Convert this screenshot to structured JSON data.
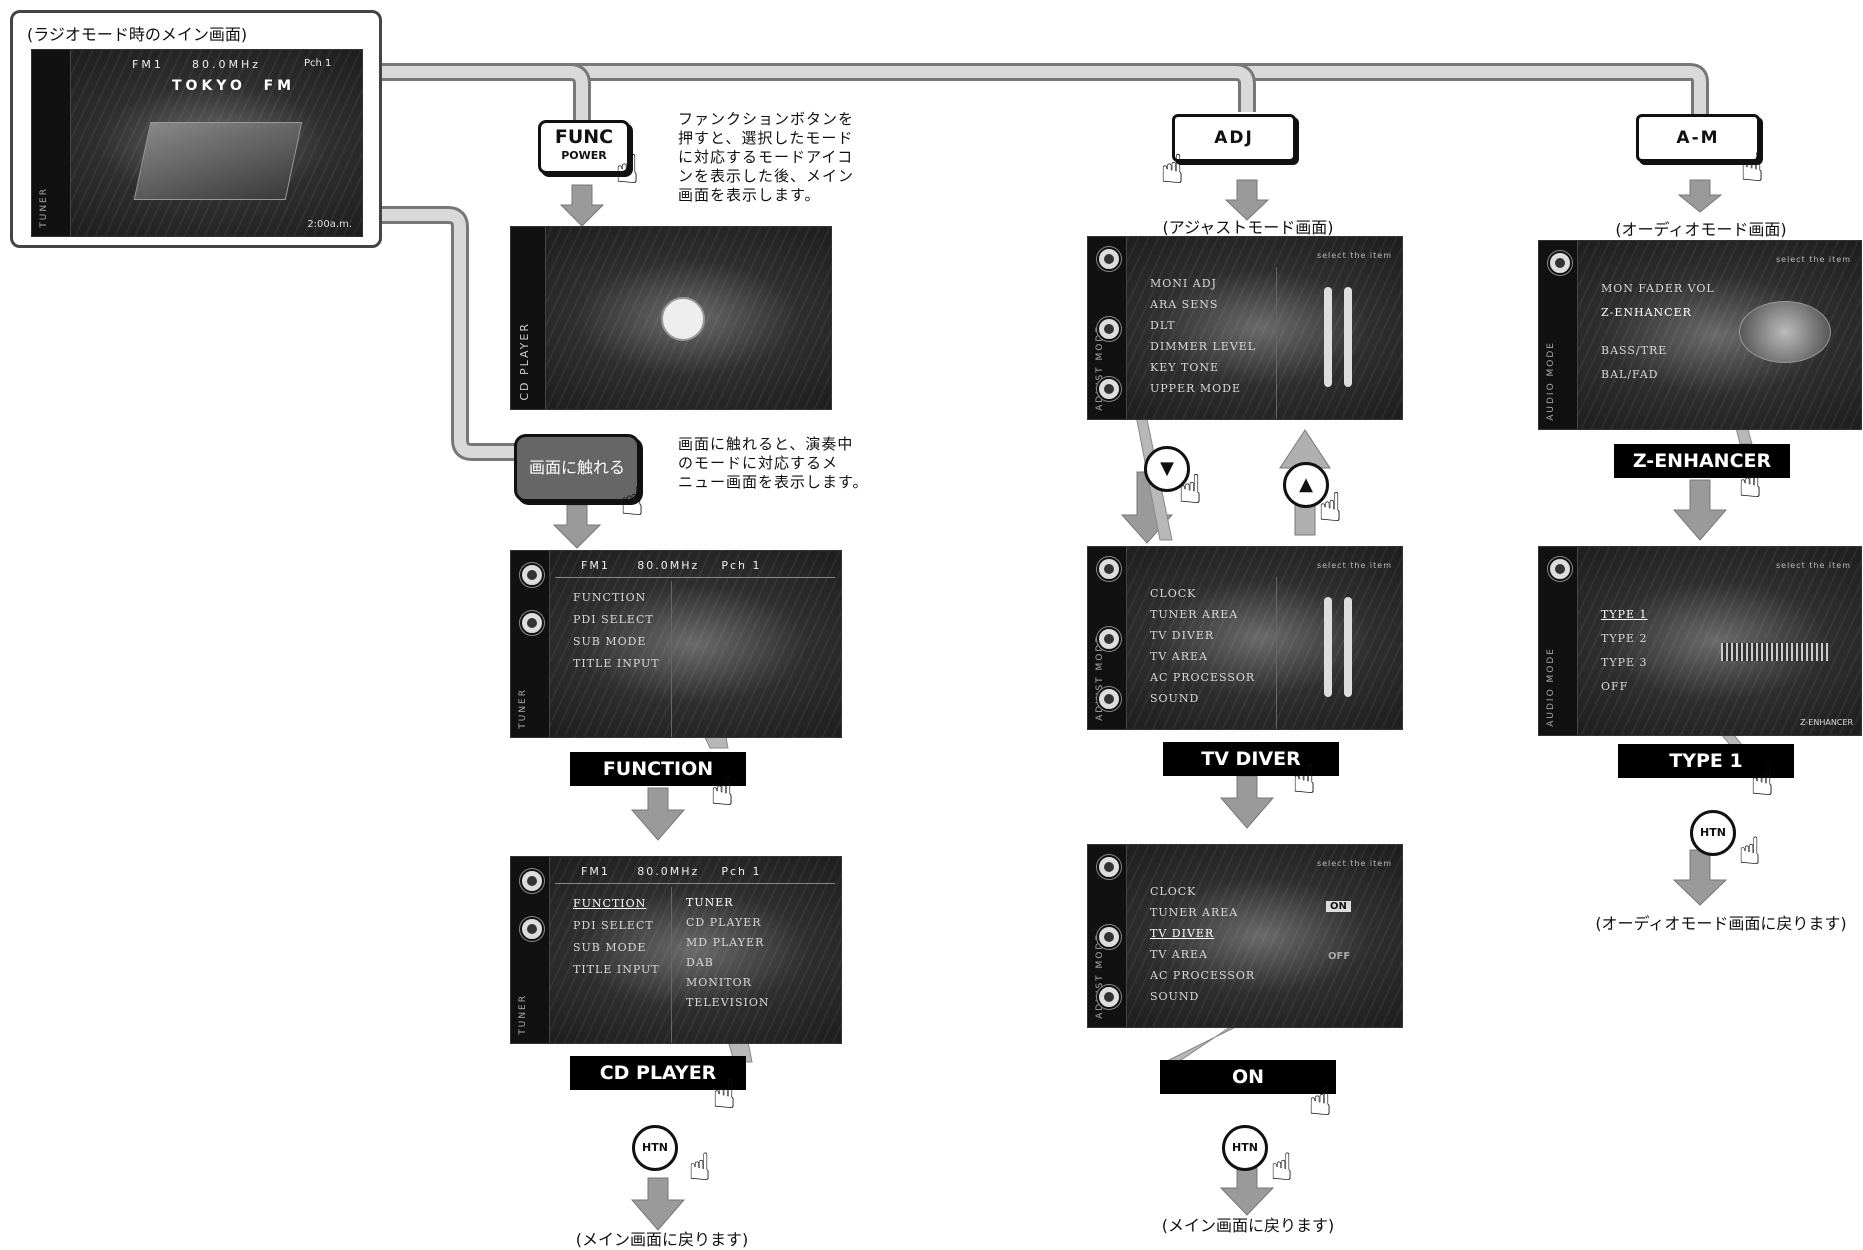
{
  "main_screen": {
    "title": "(ラジオモード時のメイン画面)",
    "band": "FM1",
    "freq": "80.0MHz",
    "preset": "Pch 1",
    "station": "TOKYO  FM",
    "time": "2:00a.m.",
    "mode_label": "TUNER"
  },
  "func_branch": {
    "button_line1": "FUNC",
    "button_line2": "POWER",
    "note": [
      "ファンクションボタンを",
      "押すと、選択したモード",
      "に対応するモードアイコ",
      "ンを表示した後、メイン",
      "画面を表示します。"
    ],
    "screen_label": "CD PLAYER"
  },
  "touch_branch": {
    "button": "画面に触れる",
    "note": [
      "画面に触れると、演奏中",
      "のモードに対応するメ",
      "ニュー画面を表示します。"
    ],
    "screen1": {
      "header": "FM1     80.0MHz    Pch 1",
      "items": [
        "FUNCTION",
        "PDI SELECT",
        "SUB MODE",
        "TITLE INPUT"
      ]
    },
    "bar1": "FUNCTION",
    "screen2": {
      "header": "FM1     80.0MHz    Pch 1",
      "items": [
        "FUNCTION",
        "PDI SELECT",
        "SUB MODE",
        "TITLE INPUT"
      ],
      "items2": [
        "TUNER",
        "CD PLAYER",
        "MD PLAYER",
        "DAB",
        "MONITOR",
        "TELEVISION"
      ]
    },
    "bar2": "CD PLAYER",
    "htn": "HTN",
    "caption": "(メイン画面に戻ります)"
  },
  "adj_branch": {
    "button": "ADJ",
    "caption_top": "(アジャストモード画面)",
    "select_hint": "select the item",
    "screen1_items": [
      "MONI ADJ",
      "ARA SENS",
      "DLT",
      "DIMMER LEVEL",
      "KEY TONE",
      "UPPER MODE"
    ],
    "screen2_items": [
      "CLOCK",
      "TUNER AREA",
      "TV DIVER",
      "TV AREA",
      "AC PROCESSOR",
      "SOUND"
    ],
    "bar1": "TV DIVER",
    "screen3_items": [
      "CLOCK",
      "TUNER AREA",
      "TV DIVER",
      "TV AREA",
      "AC PROCESSOR",
      "SOUND"
    ],
    "screen3_opts": [
      "ON",
      "OFF"
    ],
    "bar2": "ON",
    "htn": "HTN",
    "caption": "(メイン画面に戻ります)",
    "side_label": "ADJUST MODE"
  },
  "am_branch": {
    "button": "A-M",
    "caption_top": "(オーディオモード画面)",
    "select_hint": "select the item",
    "screen1_items": [
      "MON FADER VOL",
      "Z-ENHANCER",
      "BASS/TRE",
      "BAL/FAD"
    ],
    "bar1": "Z-ENHANCER",
    "screen2_items": [
      "TYPE 1",
      "TYPE 2",
      "TYPE 3",
      "OFF"
    ],
    "screen2_corner": "Z-ENHANCER",
    "bar2": "TYPE 1",
    "htn": "HTN",
    "caption": "(オーディオモード画面に戻ります)",
    "side_label": "AUDIO MODE"
  }
}
